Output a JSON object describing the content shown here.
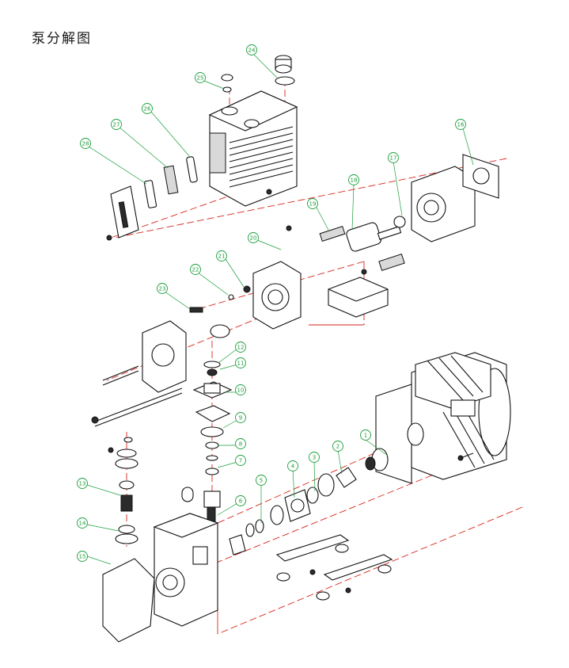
{
  "title": "泵分解图",
  "colors": {
    "callout": "#1a9e3a",
    "axis": "#d9261c",
    "ink": "#111111"
  },
  "callouts": [
    {
      "label": "1"
    },
    {
      "label": "2"
    },
    {
      "label": "3"
    },
    {
      "label": "4"
    },
    {
      "label": "5"
    },
    {
      "label": "6"
    },
    {
      "label": "7"
    },
    {
      "label": "8"
    },
    {
      "label": "9"
    },
    {
      "label": "10"
    },
    {
      "label": "11"
    },
    {
      "label": "12"
    },
    {
      "label": "13"
    },
    {
      "label": "14"
    },
    {
      "label": "15"
    },
    {
      "label": "16"
    },
    {
      "label": "17"
    },
    {
      "label": "18"
    },
    {
      "label": "19"
    },
    {
      "label": "20"
    },
    {
      "label": "21"
    },
    {
      "label": "22"
    },
    {
      "label": "23"
    },
    {
      "label": "24"
    },
    {
      "label": "25"
    },
    {
      "label": "26"
    },
    {
      "label": "27"
    },
    {
      "label": "28"
    }
  ]
}
